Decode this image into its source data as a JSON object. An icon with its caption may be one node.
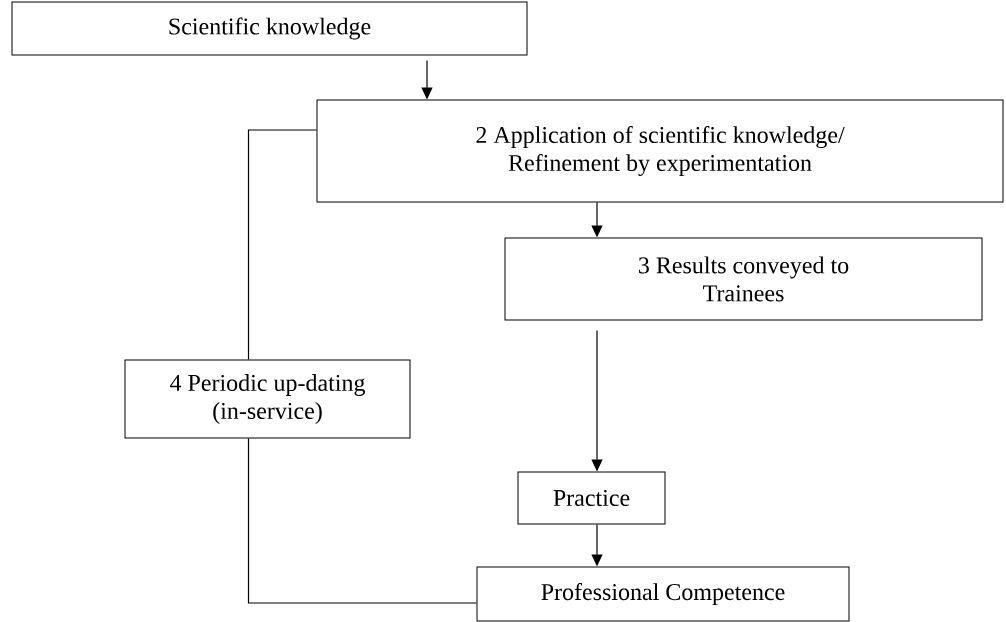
{
  "diagram": {
    "nodes": [
      {
        "text": [
          "Scientific knowledge"
        ]
      },
      {
        "text": [
          "2 Application of scientific knowledge/ Refinement by experimentation"
        ]
      },
      {
        "text": [
          "3 Results conveyed to Trainees"
        ]
      },
      {
        "text": [
          "4 Periodic up-dating (in-service)"
        ]
      },
      {
        "text": [
          "Practice"
        ]
      },
      {
        "text": [
          "Professional Competence"
        ]
      }
    ],
    "edges": [
      {
        "from": 0,
        "to": 1,
        "arrow": "to"
      },
      {
        "from": 1,
        "to": 2,
        "arrow": "to"
      },
      {
        "from": 2,
        "to": 4,
        "arrow": "to"
      },
      {
        "from": 4,
        "to": 5,
        "arrow": "to"
      },
      {
        "from": 3,
        "to": 1,
        "arrow": "none"
      },
      {
        "from": 3,
        "to": 5,
        "arrow": "none"
      }
    ]
  }
}
